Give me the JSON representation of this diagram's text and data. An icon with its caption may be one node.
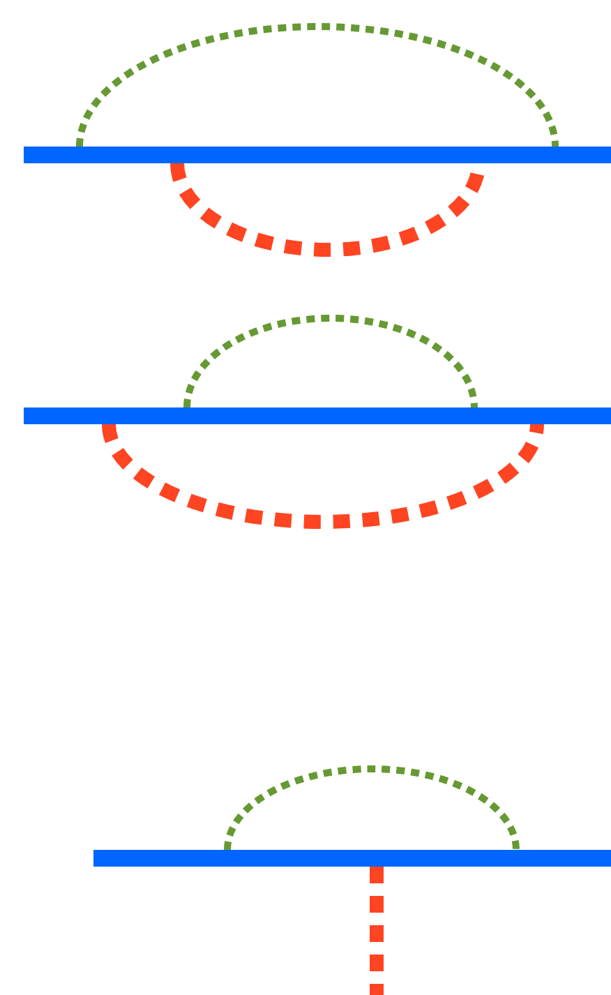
{
  "diagram": {
    "nodes": [
      {
        "text": [],
        "shape": "bar"
      },
      {
        "text": [],
        "shape": "bar"
      },
      {
        "text": [],
        "shape": "bar"
      }
    ],
    "edges": [
      {
        "from": 0,
        "to": 0,
        "arrow": "none",
        "style": "dashed",
        "color": "#669933"
      },
      {
        "from": 0,
        "to": 0,
        "arrow": "none",
        "style": "dashed",
        "color": "#ff4422"
      },
      {
        "from": 1,
        "to": 1,
        "arrow": "none",
        "style": "dashed",
        "color": "#669933"
      },
      {
        "from": 1,
        "to": 1,
        "arrow": "none",
        "style": "dashed",
        "color": "#ff4422"
      },
      {
        "from": 2,
        "to": 2,
        "arrow": "none",
        "style": "dashed",
        "color": "#669933"
      },
      {
        "from": 2,
        "to": null,
        "arrow": "none",
        "style": "dashed",
        "color": "#ff4422"
      }
    ]
  }
}
